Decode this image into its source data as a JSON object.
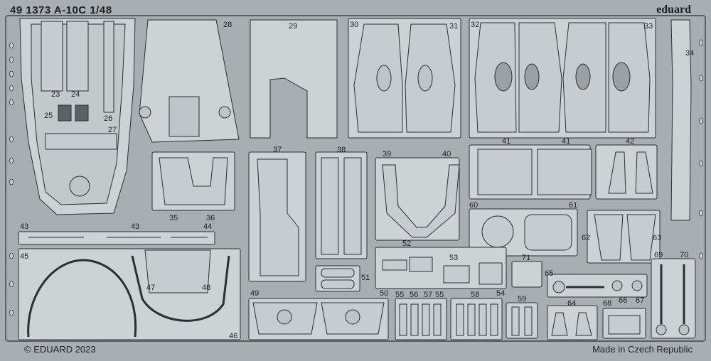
{
  "product": {
    "title": "49 1373 A-10C 1/48",
    "brand": "eduard",
    "copyright": "© EDUARD 2023",
    "origin": "Made in Czech Republic"
  },
  "colors": {
    "background": "#a9aeb2",
    "part": "#cdd2d5",
    "line": "#2a2f33",
    "text": "#1e2226"
  },
  "part_numbers": {
    "p23": "23",
    "p24": "24",
    "p25": "25",
    "p26": "26",
    "p27": "27",
    "p28": "28",
    "p29": "29",
    "p30": "30",
    "p31": "31",
    "p32": "32",
    "p33": "33",
    "p34": "34",
    "p35": "35",
    "p36": "36",
    "p37": "37",
    "p38": "38",
    "p39": "39",
    "p40": "40",
    "p41": "41",
    "p42": "42",
    "p43": "43",
    "p44": "44",
    "p45": "45",
    "p46": "46",
    "p47": "47",
    "p48": "48",
    "p49": "49",
    "p50": "50",
    "p51": "51",
    "p52": "52",
    "p53": "53",
    "p54": "54",
    "p55": "55",
    "p56": "56",
    "p57": "57",
    "p58": "58",
    "p59": "59",
    "p60": "60",
    "p61": "61",
    "p62": "62",
    "p63": "63",
    "p64": "64",
    "p65": "65",
    "p66": "66",
    "p67": "67",
    "p68": "68",
    "p69": "69",
    "p70": "70",
    "p71": "71"
  }
}
